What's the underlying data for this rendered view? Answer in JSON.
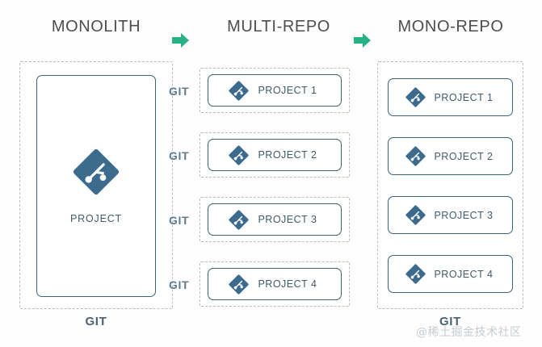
{
  "headers": {
    "monolith": "MONOLITH",
    "multi_repo": "MULTI-REPO",
    "mono_repo": "MONO-REPO",
    "arrow_icon": "arrow-right-icon"
  },
  "colors": {
    "arrow_green": "#27b185",
    "git_logo_blue": "#3d6b8e",
    "box_border_blue": "#3d6179",
    "dashed_border_gray": "#b9bcc0",
    "header_text": "#4d4d4d",
    "label_text": "#3f5b6d",
    "git_label_text": "#5d7b8c",
    "watermark_text": "#c7ccd1"
  },
  "monolith": {
    "git_icon": "git-logo-icon",
    "project_label": "PROJECT",
    "git_caption": "GIT"
  },
  "multi_repo": {
    "git_icon": "git-logo-icon",
    "groups": [
      {
        "git_label": "GIT",
        "project_label": "PROJECT 1"
      },
      {
        "git_label": "GIT",
        "project_label": "PROJECT 2"
      },
      {
        "git_label": "GIT",
        "project_label": "PROJECT 3"
      },
      {
        "git_label": "GIT",
        "project_label": "PROJECT 4"
      }
    ]
  },
  "mono_repo": {
    "git_icon": "git-logo-icon",
    "items": [
      {
        "project_label": "PROJECT 1"
      },
      {
        "project_label": "PROJECT 2"
      },
      {
        "project_label": "PROJECT 3"
      },
      {
        "project_label": "PROJECT 4"
      }
    ],
    "git_caption": "GIT"
  },
  "watermark": "@稀土掘金技术社区"
}
